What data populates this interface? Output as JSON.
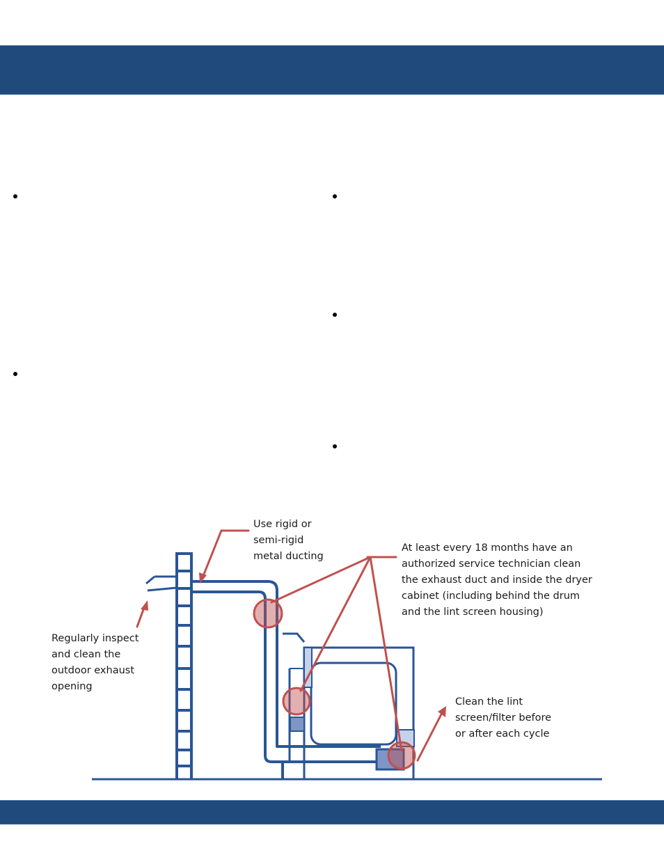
{
  "diagram": {
    "labels": {
      "ducting": [
        "Use rigid or",
        "semi-rigid",
        "metal ducting"
      ],
      "technician": [
        "At least every 18 months have an",
        "authorized service technician clean",
        "the exhaust duct and inside the dryer",
        "cabinet (including behind the drum",
        "and the lint screen housing)"
      ],
      "exhaust": [
        "Regularly inspect",
        "and clean the",
        "outdoor exhaust",
        "opening"
      ],
      "lint": [
        "Clean the lint",
        "screen/filter before",
        "or after each cycle"
      ]
    },
    "colors": {
      "structure": "#2a5597",
      "callout": "#c0504d",
      "header_band": "#204a7c"
    }
  }
}
